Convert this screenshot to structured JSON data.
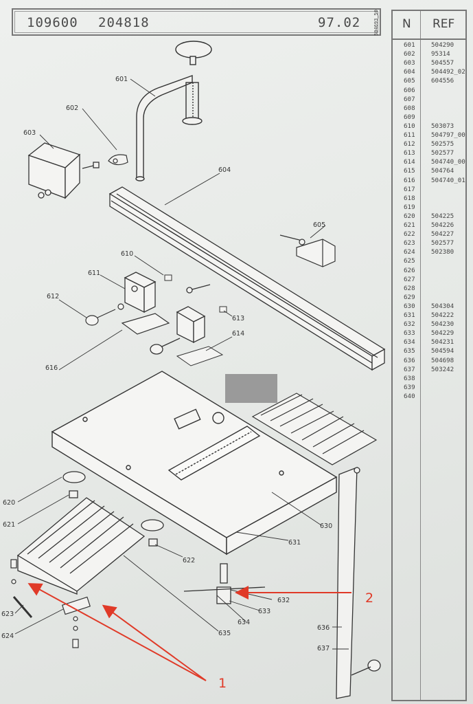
{
  "header": {
    "code_1": "109600",
    "code_2": "204818",
    "date": "97.02",
    "side_code": "504693_50"
  },
  "ref_table": {
    "col_n": "N",
    "col_ref": "REF",
    "rows": [
      {
        "n": "601",
        "ref": "504290"
      },
      {
        "n": "602",
        "ref": "95314"
      },
      {
        "n": "603",
        "ref": "504557"
      },
      {
        "n": "604",
        "ref": "504492_02"
      },
      {
        "n": "605",
        "ref": "604556"
      },
      {
        "n": "606",
        "ref": ""
      },
      {
        "n": "607",
        "ref": ""
      },
      {
        "n": "608",
        "ref": ""
      },
      {
        "n": "609",
        "ref": ""
      },
      {
        "n": "610",
        "ref": "503073"
      },
      {
        "n": "611",
        "ref": "504797_00"
      },
      {
        "n": "612",
        "ref": "502575"
      },
      {
        "n": "613",
        "ref": "502577"
      },
      {
        "n": "614",
        "ref": "504740_00"
      },
      {
        "n": "615",
        "ref": "504764"
      },
      {
        "n": "616",
        "ref": "504740_01"
      },
      {
        "n": "617",
        "ref": ""
      },
      {
        "n": "618",
        "ref": ""
      },
      {
        "n": "619",
        "ref": ""
      },
      {
        "n": "620",
        "ref": "504225"
      },
      {
        "n": "621",
        "ref": "504226"
      },
      {
        "n": "622",
        "ref": "504227"
      },
      {
        "n": "623",
        "ref": "502577"
      },
      {
        "n": "624",
        "ref": "502380"
      },
      {
        "n": "625",
        "ref": ""
      },
      {
        "n": "626",
        "ref": ""
      },
      {
        "n": "627",
        "ref": ""
      },
      {
        "n": "628",
        "ref": ""
      },
      {
        "n": "629",
        "ref": ""
      },
      {
        "n": "630",
        "ref": "504304"
      },
      {
        "n": "631",
        "ref": "504222"
      },
      {
        "n": "632",
        "ref": "504230"
      },
      {
        "n": "633",
        "ref": "504229"
      },
      {
        "n": "634",
        "ref": "504231"
      },
      {
        "n": "635",
        "ref": "504594"
      },
      {
        "n": "636",
        "ref": "504698"
      },
      {
        "n": "637",
        "ref": "503242"
      },
      {
        "n": "638",
        "ref": ""
      },
      {
        "n": "639",
        "ref": ""
      },
      {
        "n": "640",
        "ref": ""
      }
    ]
  },
  "callouts": {
    "c601": "601",
    "c602": "602",
    "c603": "603",
    "c604": "604",
    "c605": "605",
    "c610": "610",
    "c611": "611",
    "c612": "612",
    "c613": "613",
    "c614": "614",
    "c616": "616",
    "c620": "620",
    "c621": "621",
    "c622": "622",
    "c623": "623",
    "c624": "624",
    "c630": "630",
    "c631": "631",
    "c632": "632",
    "c633": "633",
    "c634": "634",
    "c635": "635",
    "c636": "636",
    "c637": "637"
  },
  "annotations": {
    "marker_1": "1",
    "marker_2": "2",
    "arrow_color": "#e03a28"
  }
}
